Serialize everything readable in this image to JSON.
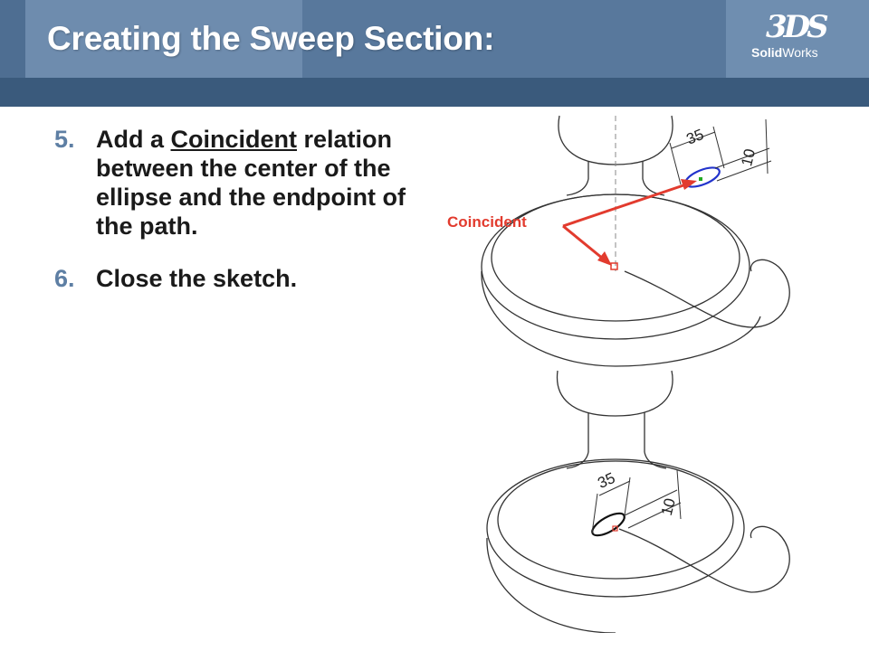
{
  "header": {
    "title": "Creating the Sweep Section:",
    "logo": {
      "mark": "3DS",
      "brand_bold": "Solid",
      "brand_regular": "Works"
    }
  },
  "steps": [
    {
      "number": "5.",
      "text_before": "Add a ",
      "link": "Coincident",
      "text_after": " relation between the center of the ellipse and the endpoint of the path."
    },
    {
      "number": "6.",
      "text": "Close the sketch."
    }
  ],
  "figure": {
    "callout_label": "Coincident",
    "top_view": {
      "dim_width": "35",
      "dim_height": "10"
    },
    "bottom_view": {
      "dim_width": "35",
      "dim_height": "10"
    }
  },
  "colors": {
    "header_bg": "#4e6e92",
    "header_band": "#3a5a7c",
    "step_number": "#5e7fa4",
    "callout": "#e23b2e",
    "ellipse_selected": "#2233cc"
  }
}
